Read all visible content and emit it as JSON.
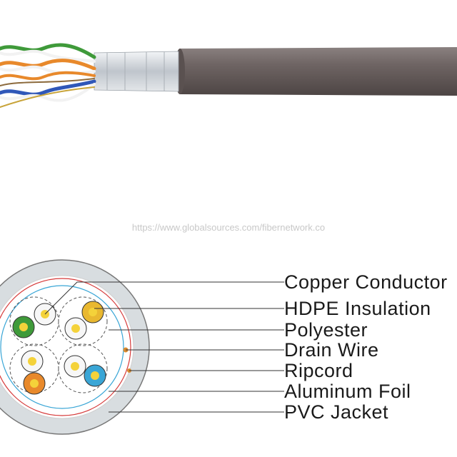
{
  "watermark": "https://www.globalsources.com/fibernetwork.co",
  "labels": [
    "Copper Conductor",
    "HDPE Insulation",
    "Polyester",
    "Drain Wire",
    "Ripcord",
    "Aluminum Foil",
    "PVC Jacket"
  ],
  "colors": {
    "jacket": "#6e6463",
    "foil": "#d9dde2",
    "pair_orange": "#e8892b",
    "pair_green": "#3f9a3a",
    "pair_blue": "#2f57b8",
    "pair_brown": "#e9b830"
  }
}
